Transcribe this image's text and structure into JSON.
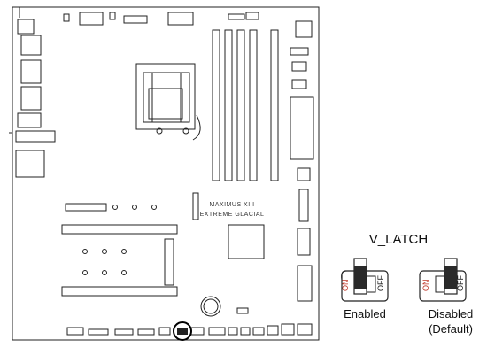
{
  "board": {
    "model_line1": "MAXIMUS XIII",
    "model_line2": "EXTREME GLACIAL"
  },
  "vlatch": {
    "title": "V_LATCH",
    "on_label": "ON",
    "off_label": "OFF",
    "enabled_label": "Enabled",
    "disabled_label": "Disabled",
    "default_label": "(Default)"
  },
  "colors": {
    "line": "#222222",
    "switch_body": "#ffffff",
    "switch_dark": "#2a2a2a",
    "on_red": "#c0392b",
    "highlight_ring": "#000000"
  }
}
